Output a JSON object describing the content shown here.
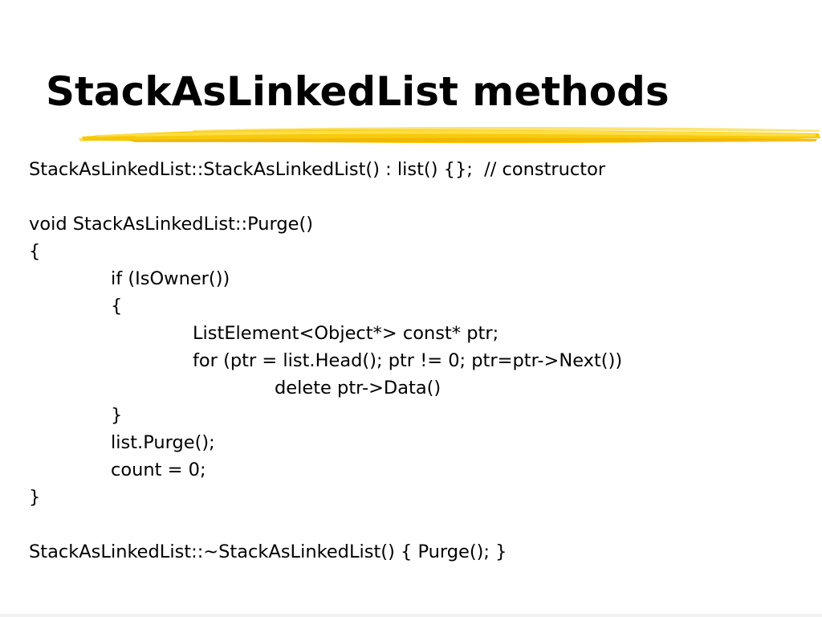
{
  "slide": {
    "title": "StackAsLinkedList methods",
    "accent_color": "#f5c400",
    "code_lines": [
      {
        "indent": 0,
        "text": "StackAsLinkedList::StackAsLinkedList() : list() {};  // constructor"
      },
      {
        "indent": 0,
        "text": ""
      },
      {
        "indent": 0,
        "text": "void StackAsLinkedList::Purge()"
      },
      {
        "indent": 0,
        "text": "{"
      },
      {
        "indent": 1,
        "text": "if (IsOwner())"
      },
      {
        "indent": 1,
        "text": "{"
      },
      {
        "indent": 2,
        "text": "ListElement<Object*> const* ptr;"
      },
      {
        "indent": 2,
        "text": "for (ptr = list.Head(); ptr != 0; ptr=ptr->Next())"
      },
      {
        "indent": 3,
        "text": "delete ptr->Data()"
      },
      {
        "indent": 1,
        "text": "}"
      },
      {
        "indent": 1,
        "text": "list.Purge();"
      },
      {
        "indent": 1,
        "text": "count = 0;"
      },
      {
        "indent": 0,
        "text": "}"
      },
      {
        "indent": 0,
        "text": ""
      },
      {
        "indent": 0,
        "text": "StackAsLinkedList::~StackAsLinkedList() { Purge(); }"
      }
    ]
  }
}
